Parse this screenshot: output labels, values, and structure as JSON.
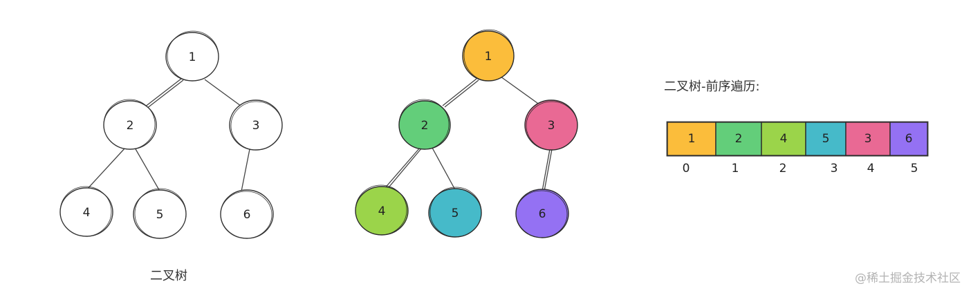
{
  "plain_tree": {
    "caption": "二叉树",
    "nodes": [
      "1",
      "2",
      "3",
      "4",
      "5",
      "6"
    ]
  },
  "colored_tree": {
    "nodes": [
      {
        "label": "1",
        "color": "#fbbd3b"
      },
      {
        "label": "2",
        "color": "#63ce7a"
      },
      {
        "label": "3",
        "color": "#e96994"
      },
      {
        "label": "4",
        "color": "#9bd44a"
      },
      {
        "label": "5",
        "color": "#46bac9"
      },
      {
        "label": "6",
        "color": "#9471f3"
      }
    ]
  },
  "traversal": {
    "title": "二叉树-前序遍历:",
    "cells": [
      {
        "value": "1",
        "index": "0",
        "color": "#fbbd3b"
      },
      {
        "value": "2",
        "index": "1",
        "color": "#63ce7a"
      },
      {
        "value": "4",
        "index": "2",
        "color": "#9bd44a"
      },
      {
        "value": "5",
        "index": "3",
        "color": "#46bac9"
      },
      {
        "value": "3",
        "index": "4",
        "color": "#e96994"
      },
      {
        "value": "6",
        "index": "5",
        "color": "#9471f3"
      }
    ]
  },
  "watermark": "@稀土掘金技术社区"
}
